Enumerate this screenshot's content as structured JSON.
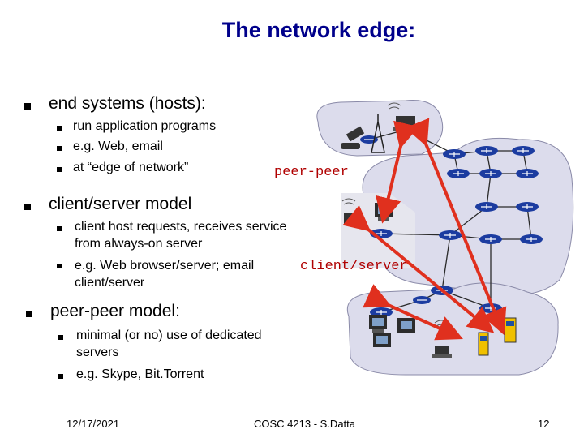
{
  "slide": {
    "title": "The network edge:",
    "bullets": [
      {
        "text": "end systems (hosts):",
        "subs": [
          "run application programs",
          "e.g. Web, email",
          "at “edge of network”"
        ]
      },
      {
        "text": "client/server model",
        "subs": [
          [
            "client host requests, receives service",
            "from always-on server"
          ],
          [
            "e.g. Web browser/server; email",
            "client/server"
          ]
        ]
      },
      {
        "text": "peer-peer model:",
        "subs": [
          [
            " minimal (or no) use of dedicated",
            "servers"
          ],
          "e.g. Skype,  Bit.Torrent"
        ]
      }
    ]
  },
  "diagram": {
    "labels": {
      "peer_peer": "peer-peer",
      "client_server": "client/server"
    },
    "arrow_color": "#e0301e",
    "cloud_color": "#dcdcec",
    "router_color": "#1c3ca0"
  },
  "footer": {
    "date": "12/17/2021",
    "course": "COSC 4213 - S.Datta",
    "page": "12"
  }
}
